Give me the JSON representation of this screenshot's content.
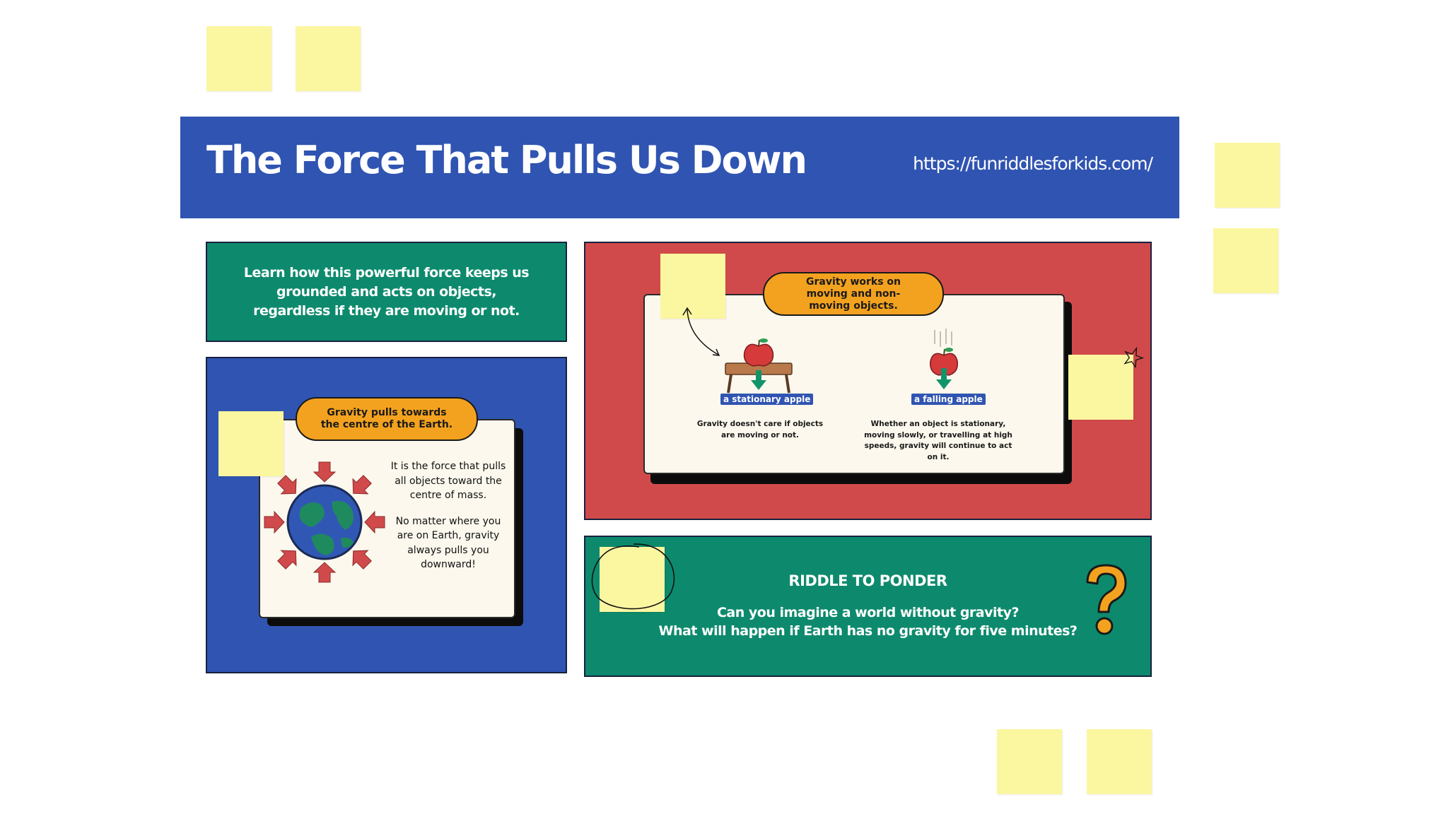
{
  "header": {
    "title": "The Force That Pulls Us Down",
    "url": "https://funriddlesforkids.com/"
  },
  "intro": {
    "text": "Learn how this powerful force keeps us grounded and acts on objects, regardless if they are moving or not."
  },
  "gravity_card": {
    "pill": "Gravity pulls towards the centre of the Earth.",
    "paragraph1": "It is the force that pulls all objects toward the centre of mass.",
    "paragraph2": "No matter where you are on Earth, gravity always pulls you downward!"
  },
  "moving_card": {
    "pill": "Gravity works on moving and non-moving objects.",
    "stationary_tag": "a stationary apple",
    "falling_tag": "a falling apple",
    "stationary_caption": "Gravity doesn't care if objects are moving or not.",
    "falling_caption": "Whether an object is stationary, moving slowly, or travelling at high speeds, gravity will continue to act on it."
  },
  "riddle": {
    "title": "RIDDLE TO PONDER",
    "question1": "Can you imagine a world without gravity?",
    "question2": "What will happen if Earth has no gravity for five minutes?"
  },
  "colors": {
    "blue": "#3054b1",
    "green": "#0d8a6d",
    "red": "#d14a4b",
    "orange": "#f3a21f",
    "sticky_yellow": "#fbf6a0",
    "card_cream": "#fcf8ed"
  }
}
